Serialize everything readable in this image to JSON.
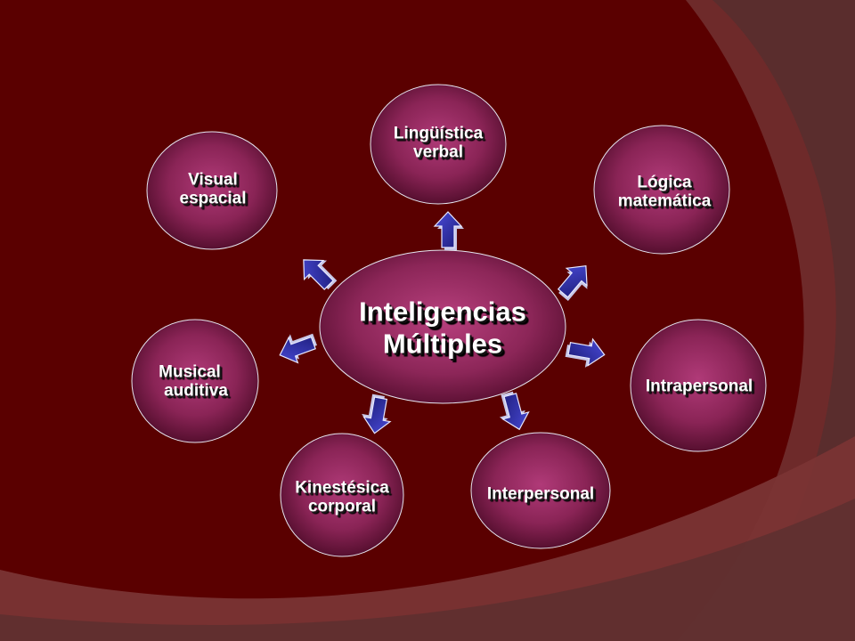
{
  "slide": {
    "colors": {
      "background": "#5a0000",
      "band": "#7d3333",
      "band_dark": "#5e2a2a",
      "node_fill_center": "#a0306a",
      "node_fill_edge": "#4a0a24",
      "arrow": "#2b2b9a"
    },
    "center": {
      "line1": "Inteligencias",
      "line2": "Múltiples"
    },
    "nodes": [
      {
        "id": "linguistica",
        "line1": "Lingüística",
        "line2": "verbal"
      },
      {
        "id": "logica",
        "line1": "Lógica",
        "line2": "matemática"
      },
      {
        "id": "intrapersonal",
        "line1": "Intrapersonal"
      },
      {
        "id": "interpersonal",
        "line1": "Interpersonal"
      },
      {
        "id": "kinestesica",
        "line1": "Kinestésica",
        "line2": "corporal"
      },
      {
        "id": "musical",
        "line1": "Musical",
        "line2": "auditiva"
      },
      {
        "id": "visual",
        "line1": "Visual",
        "line2": "espacial"
      }
    ],
    "arrow_icon": "block-arrow-icon"
  }
}
